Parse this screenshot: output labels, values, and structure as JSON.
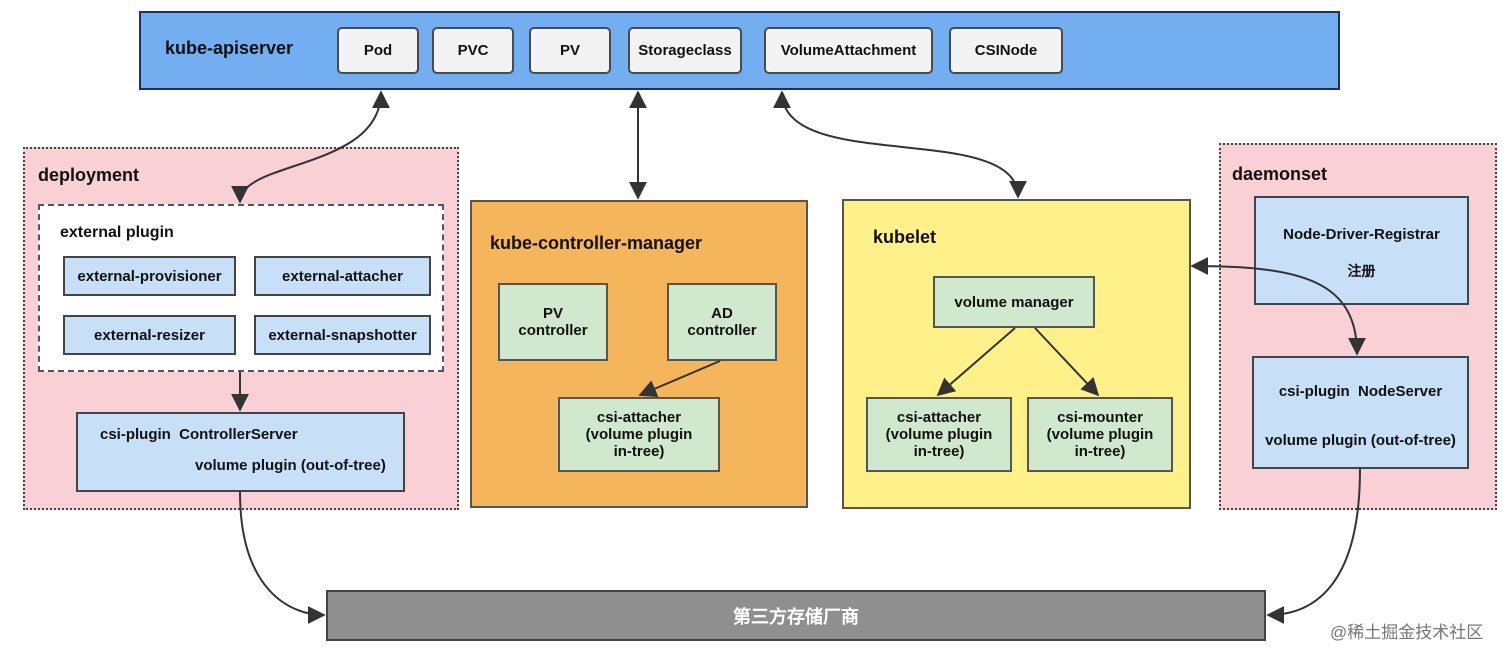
{
  "apiserver": {
    "title": "kube-apiserver",
    "resources": [
      "Pod",
      "PVC",
      "PV",
      "Storageclass",
      "VolumeAttachment",
      "CSINode"
    ]
  },
  "deployment": {
    "title": "deployment",
    "external_plugin": {
      "title": "external plugin",
      "items": [
        "external-provisioner",
        "external-attacher",
        "external-resizer",
        "external-snapshotter"
      ]
    },
    "controller_server": {
      "title": "csi-plugin  ControllerServer",
      "subtitle": "volume plugin (out-of-tree)"
    }
  },
  "kcm": {
    "title": "kube-controller-manager",
    "pv_controller": "PV\ncontroller",
    "ad_controller": "AD\ncontroller",
    "csi_attacher": "csi-attacher\n(volume plugin\nin-tree)"
  },
  "kubelet": {
    "title": "kubelet",
    "volume_manager": "volume manager",
    "csi_attacher": "csi-attacher\n(volume plugin\nin-tree)",
    "csi_mounter": "csi-mounter\n(volume plugin\nin-tree)"
  },
  "daemonset": {
    "title": "daemonset",
    "registrar_title": "Node-Driver-Registrar",
    "registrar_sub": "注册",
    "node_server_title": "csi-plugin  NodeServer",
    "node_server_sub": "volume plugin (out-of-tree)"
  },
  "vendor": {
    "label": "第三方存储厂商"
  },
  "watermark": "@稀土掘金技术社区",
  "colors": {
    "apiserver": "#72aef0",
    "pink_zone": "#f8d0d6",
    "kcm": "#f5b65b",
    "kubelet": "#fef18a",
    "blue_box": "#c8e0f7",
    "green_box": "#d0e8cd",
    "vendor": "#8f8f8f"
  }
}
